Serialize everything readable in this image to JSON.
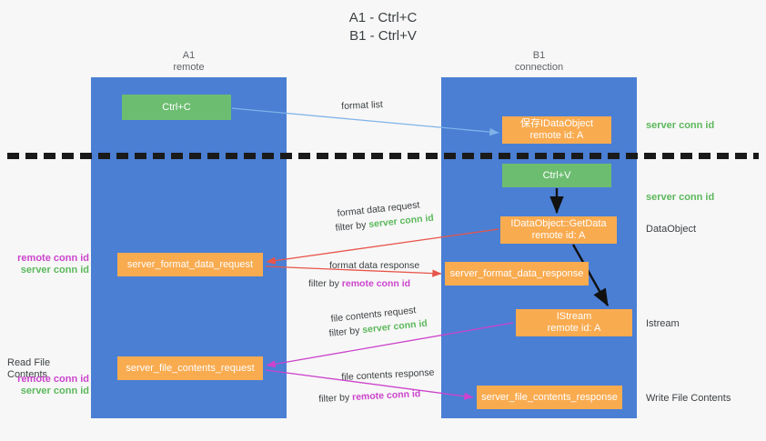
{
  "title": "A1 - Ctrl+C\nB1 - Ctrl+V",
  "lanes": [
    {
      "name": "A1",
      "sub": "remote",
      "header": "A1\nremote"
    },
    {
      "name": "B1",
      "sub": "connection",
      "header": "B1\nconnection"
    }
  ],
  "nodes": {
    "ctrl_c": "Ctrl+C",
    "ctrl_v": "Ctrl+V",
    "idataobject": "保存IDataObject\nremote id: A",
    "getdata": "IDataObject::GetData\nremote id: A",
    "istream": "IStream\nremote id: A",
    "server_format_data_request": "server_format_data_request",
    "server_format_data_response": "server_format_data_response",
    "server_file_contents_request": "server_file_contents_request",
    "server_file_contents_response": "server_file_contents_response"
  },
  "side_labels": {
    "server_conn_id_top": "server conn id",
    "server_conn_id_mid": "server conn id",
    "dataobject": "DataObject",
    "istream": "Istream",
    "write_file_contents": "Write File Contents",
    "read_file_contents": "Read File Contents",
    "remote_conn_id": "remote conn id",
    "server_conn_id": "server conn id"
  },
  "edges": {
    "format_list": "format list",
    "format_data_request": "format data request",
    "format_data_request_filter_prefix": "filter by ",
    "format_data_request_filter_value": "server conn id",
    "format_data_response": "format data response",
    "format_data_response_filter_prefix": "filter by ",
    "format_data_response_filter_value": "remote conn id",
    "file_contents_request": "file contents request",
    "file_contents_request_filter_prefix": "filter by ",
    "file_contents_request_filter_value": "server conn id",
    "file_contents_response": "file contents response",
    "file_contents_response_filter_prefix": "filter by ",
    "file_contents_response_filter_value": "remote conn id"
  },
  "colors": {
    "lane": "#4a7fd4",
    "orange": "#f9ab50",
    "green_box": "#6dbd71",
    "green_text": "#5cb85c",
    "magenta_text": "#cc44cc",
    "background": "#f7f7f7",
    "arrow_blue": "#7fb3e8",
    "arrow_red": "#e8554a",
    "arrow_magenta": "#cc44cc",
    "arrow_black": "#111111"
  }
}
